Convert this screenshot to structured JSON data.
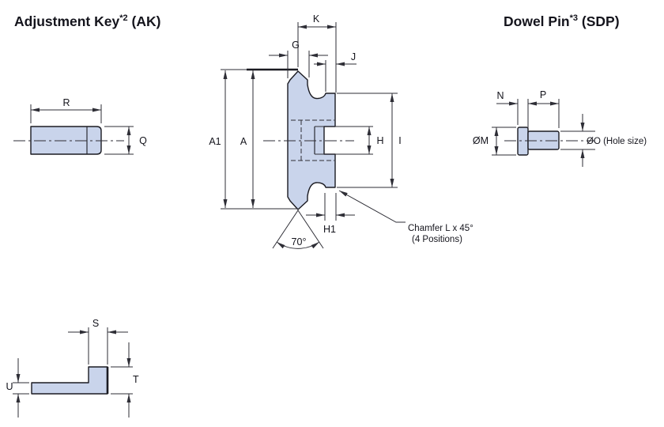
{
  "titles": {
    "left": {
      "main": "Adjustment Key",
      "sup": "*2",
      "suffix": " (AK)"
    },
    "right": {
      "main": "Dowel Pin",
      "sup": "*3",
      "suffix": " (SDP)"
    }
  },
  "adjustment_key_front": {
    "length_label": "R",
    "height_label": "Q"
  },
  "adjustment_key_side": {
    "step_width_label": "S",
    "height_label": "T",
    "thickness_label": "U"
  },
  "center_section": {
    "k": "K",
    "g": "G",
    "j": "J",
    "a1": "A1",
    "a": "A",
    "h": "H",
    "i": "I",
    "h1": "H1",
    "angle": "70°",
    "chamfer_note_line1": "Chamfer L x 45°",
    "chamfer_note_line2": "(4 Positions)"
  },
  "dowel_pin": {
    "head_width_label": "N",
    "shaft_length_label": "P",
    "head_dia_label": "ØM",
    "hole_label": "ØO (Hole size)"
  },
  "colors": {
    "part_fill": "#C9D4EB",
    "line": "#1b1b22",
    "dim": "#2e2e36",
    "text": "#14141c"
  }
}
